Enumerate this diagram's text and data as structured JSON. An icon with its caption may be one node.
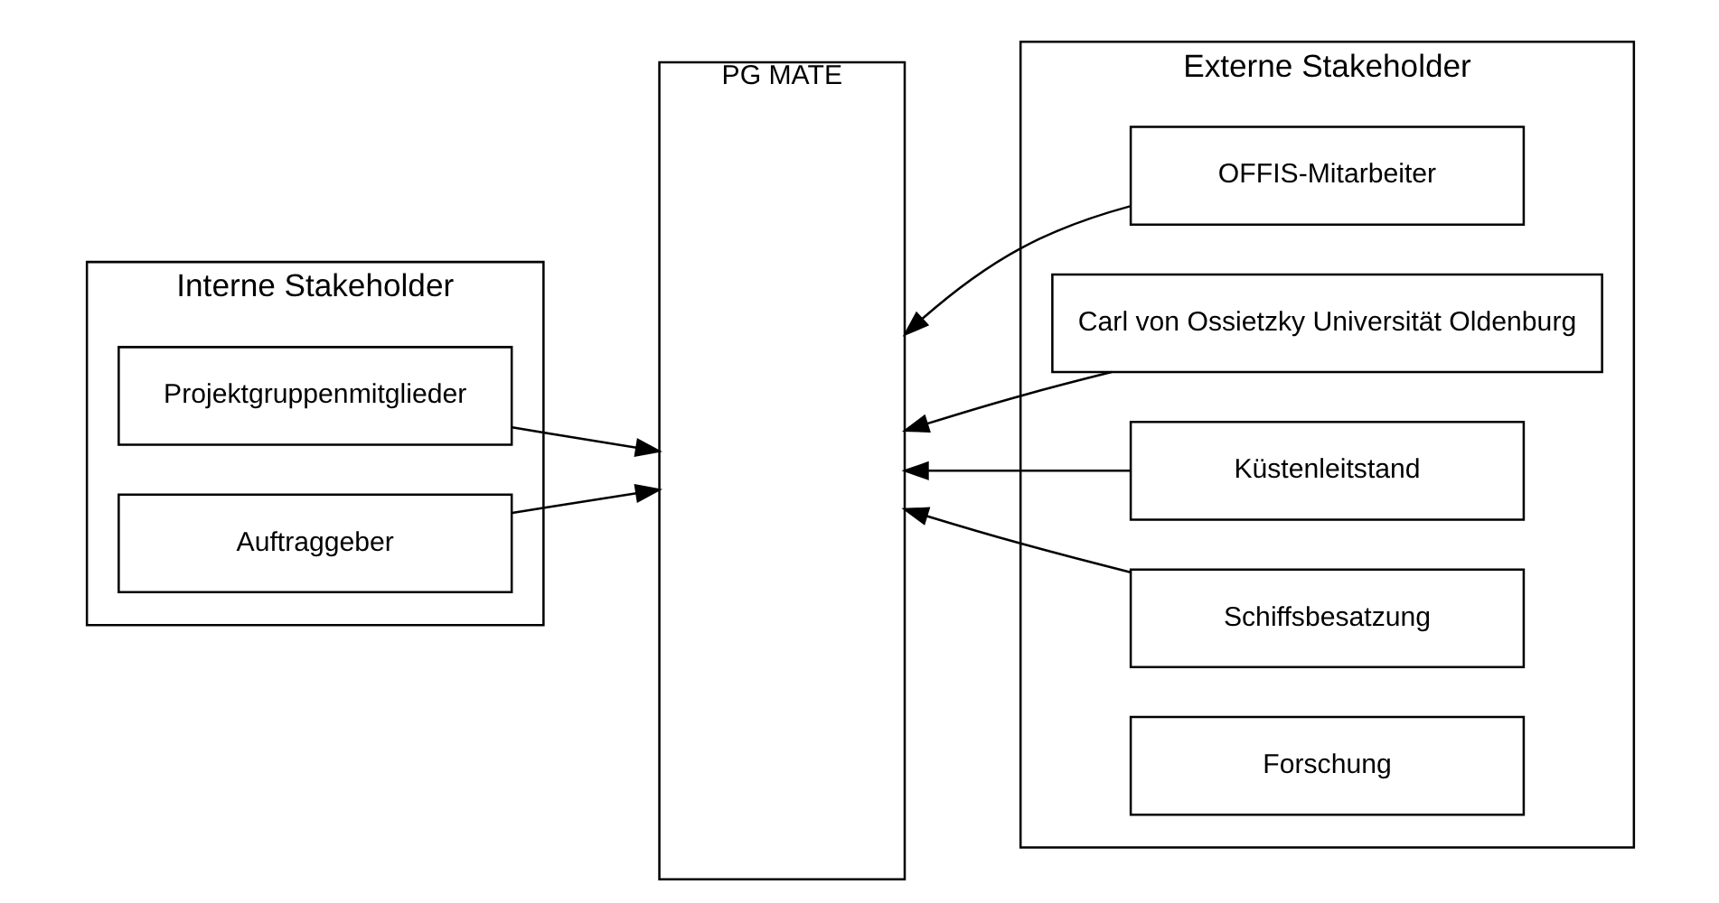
{
  "diagram": {
    "nodes": [
      {
        "text": [
          "Interne Stakeholder"
        ]
      },
      {
        "text": [
          "Projektgruppenmitglieder"
        ],
        "in": 0
      },
      {
        "text": [
          "Auftraggeber"
        ],
        "in": 0
      },
      {
        "text": [
          "PG MATE"
        ]
      },
      {
        "text": [
          "Externe Stakeholder"
        ]
      },
      {
        "text": [
          "OFFIS-Mitarbeiter"
        ],
        "in": 4
      },
      {
        "text": [
          "Carl von Ossietzky Universität Oldenburg"
        ],
        "in": 4
      },
      {
        "text": [
          "Küstenleitstand"
        ],
        "in": 4
      },
      {
        "text": [
          "Schiffsbesatzung"
        ],
        "in": 4
      },
      {
        "text": [
          "Forschung"
        ],
        "in": 4
      }
    ],
    "edges": [
      {
        "from": 1,
        "to": 3,
        "arrow": "to"
      },
      {
        "from": 2,
        "to": 3,
        "arrow": "to"
      },
      {
        "from": 5,
        "to": 3,
        "arrow": "to"
      },
      {
        "from": 6,
        "to": 3,
        "arrow": "to"
      },
      {
        "from": 7,
        "to": 3,
        "arrow": "to"
      },
      {
        "from": 8,
        "to": 3,
        "arrow": "to"
      }
    ]
  }
}
